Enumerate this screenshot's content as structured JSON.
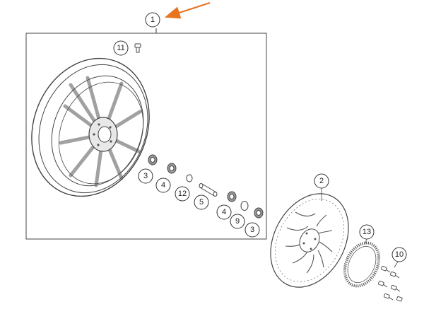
{
  "diagram": {
    "highlight_color": "#e8741e",
    "line_color": "#333333",
    "callouts": [
      {
        "id": "c1",
        "label": "1",
        "highlighted": true
      },
      {
        "id": "c11",
        "label": "11"
      },
      {
        "id": "c3a",
        "label": "3"
      },
      {
        "id": "c4a",
        "label": "4"
      },
      {
        "id": "c12",
        "label": "12"
      },
      {
        "id": "c5",
        "label": "5"
      },
      {
        "id": "c4b",
        "label": "4"
      },
      {
        "id": "c9",
        "label": "9"
      },
      {
        "id": "c3b",
        "label": "3"
      },
      {
        "id": "c2",
        "label": "2"
      },
      {
        "id": "c13",
        "label": "13"
      },
      {
        "id": "c10",
        "label": "10"
      }
    ],
    "parts": [
      {
        "id": "wheel",
        "icon": "cast-wheel-icon"
      },
      {
        "id": "valve-bolt",
        "icon": "bolt-icon"
      },
      {
        "id": "bearings",
        "icon": "bearing-icon"
      },
      {
        "id": "spacer",
        "icon": "spacer-sleeve-icon"
      },
      {
        "id": "brake-disc",
        "icon": "brake-disc-icon"
      },
      {
        "id": "abs-ring",
        "icon": "abs-sensor-ring-icon"
      },
      {
        "id": "disc-bolts",
        "icon": "bolt-icon"
      }
    ]
  }
}
